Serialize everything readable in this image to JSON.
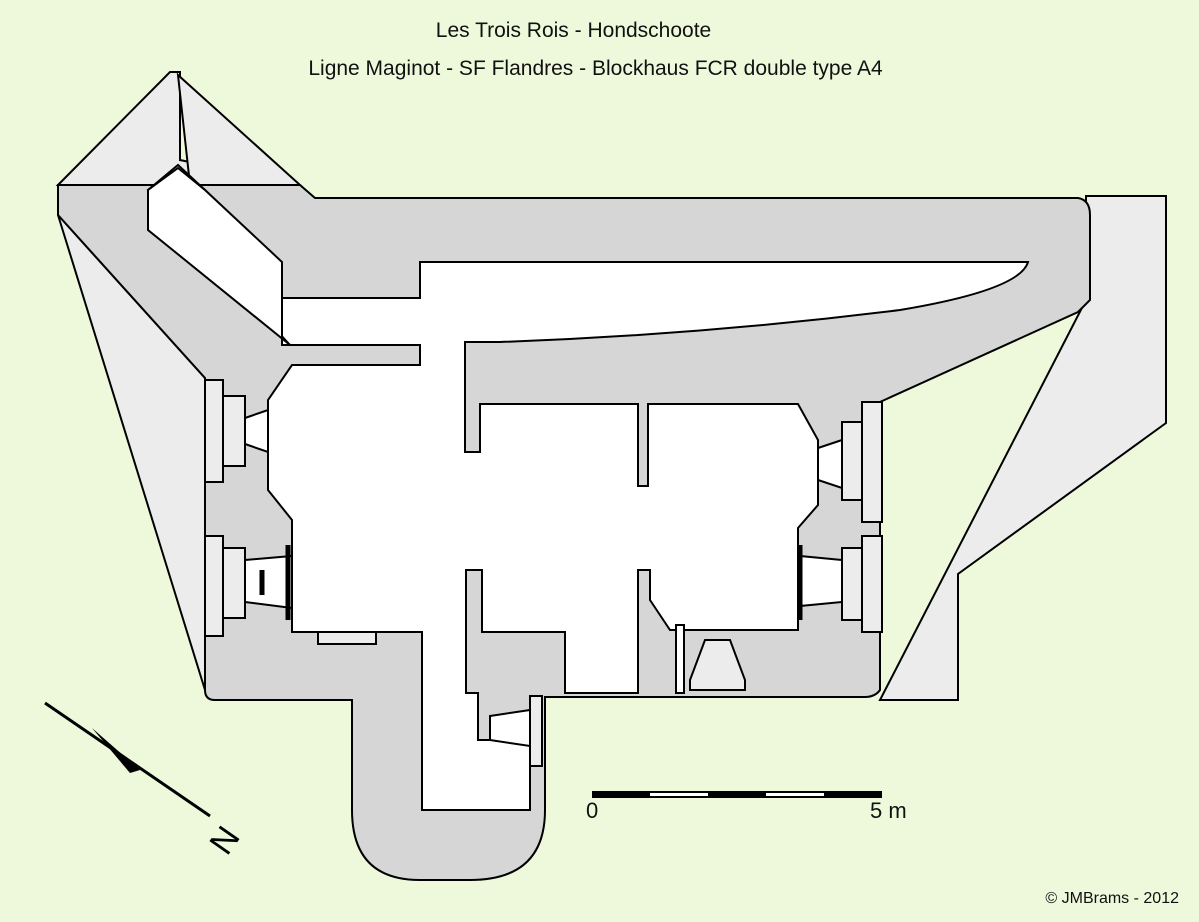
{
  "header": {
    "title": "Les Trois Rois  - Hondschoote",
    "subtitle": "Ligne Maginot - SF Flandres - Blockhaus FCR double type A4"
  },
  "scale_bar": {
    "start_label": "0",
    "end_label": "5 m"
  },
  "compass": {
    "north_label": "N"
  },
  "footer": {
    "copyright": "©    JMBrams  -  2012"
  },
  "colors": {
    "background": "#eef9dc",
    "concrete": "#d6d6d6",
    "earth_slope": "#ececec",
    "interior": "#ffffff",
    "outline": "#000000"
  }
}
